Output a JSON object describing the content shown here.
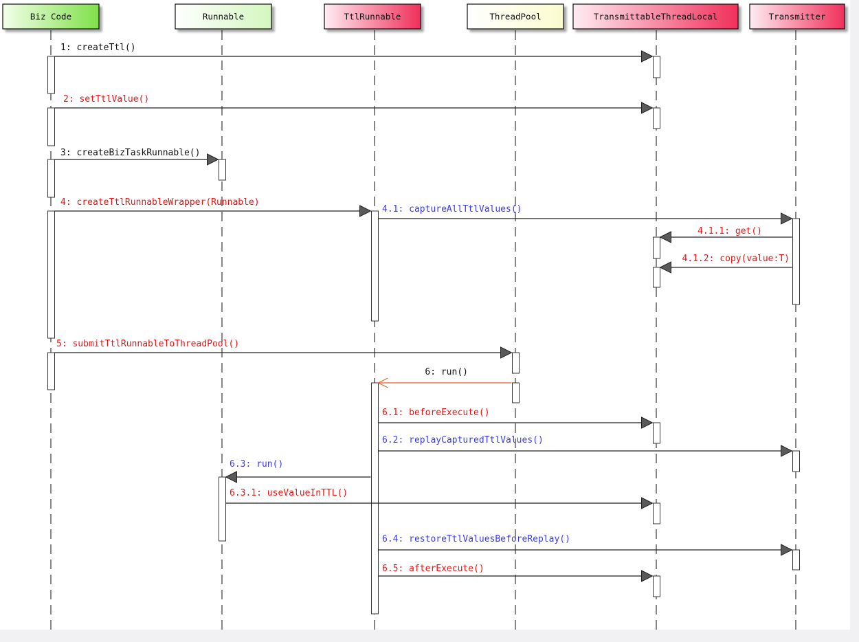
{
  "colors": {
    "black": "#111111",
    "red": "#ee1111",
    "blue": "#3a3aee",
    "orange": "#e8622a",
    "lifeline": "#444444",
    "activation_border": "#333333"
  },
  "participants": [
    {
      "id": "biz",
      "label": "Biz Code",
      "style": "green"
    },
    {
      "id": "runnable",
      "label": "Runnable",
      "style": "lightgreen"
    },
    {
      "id": "ttlrunnable",
      "label": "TtlRunnable",
      "style": "pink"
    },
    {
      "id": "threadpool",
      "label": "ThreadPool",
      "style": "yellow"
    },
    {
      "id": "ttl",
      "label": "TransmittableThreadLocal",
      "style": "pink"
    },
    {
      "id": "transmitter",
      "label": "Transmitter",
      "style": "pink"
    }
  ],
  "messages": [
    {
      "label": "1: createTtl()",
      "from": "biz",
      "to": "ttl",
      "color": "black",
      "kind": "sync"
    },
    {
      "label": "2: setTtlValue()",
      "from": "biz",
      "to": "ttl",
      "color": "red",
      "kind": "sync"
    },
    {
      "label": "3: createBizTaskRunnable()",
      "from": "biz",
      "to": "runnable",
      "color": "black",
      "kind": "sync"
    },
    {
      "label": "4: createTtlRunnableWrapper(Runnable)",
      "from": "biz",
      "to": "ttlrunnable",
      "color": "red",
      "kind": "sync"
    },
    {
      "label": "4.1: captureAllTtlValues()",
      "from": "ttlrunnable",
      "to": "transmitter",
      "color": "blue",
      "kind": "sync"
    },
    {
      "label": "4.1.1: get()",
      "from": "transmitter",
      "to": "ttl",
      "color": "red",
      "kind": "sync"
    },
    {
      "label": "4.1.2: copy(value:T)",
      "from": "transmitter",
      "to": "ttl",
      "color": "red",
      "kind": "sync"
    },
    {
      "label": "5: submitTtlRunnableToThreadPool()",
      "from": "biz",
      "to": "threadpool",
      "color": "red",
      "kind": "sync"
    },
    {
      "label": "6: run()",
      "from": "threadpool",
      "to": "ttlrunnable",
      "color": "black",
      "kind": "async"
    },
    {
      "label": "6.1: beforeExecute()",
      "from": "ttlrunnable",
      "to": "ttl",
      "color": "red",
      "kind": "sync"
    },
    {
      "label": "6.2: replayCapturedTtlValues()",
      "from": "ttlrunnable",
      "to": "transmitter",
      "color": "blue",
      "kind": "sync"
    },
    {
      "label": "6.3: run()",
      "from": "ttlrunnable",
      "to": "runnable",
      "color": "blue",
      "kind": "sync"
    },
    {
      "label": "6.3.1: useValueInTTL()",
      "from": "runnable",
      "to": "ttl",
      "color": "red",
      "kind": "sync"
    },
    {
      "label": "6.4: restoreTtlValuesBeforeReplay()",
      "from": "ttlrunnable",
      "to": "transmitter",
      "color": "blue",
      "kind": "sync"
    },
    {
      "label": "6.5: afterExecute()",
      "from": "ttlrunnable",
      "to": "ttl",
      "color": "red",
      "kind": "sync"
    }
  ]
}
